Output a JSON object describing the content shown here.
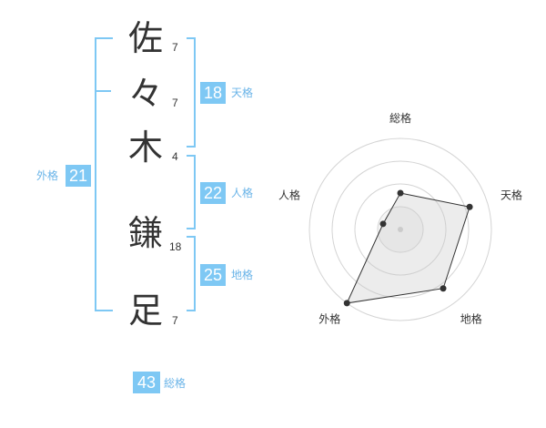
{
  "name_chars": [
    {
      "char": "佐",
      "strokes": "7"
    },
    {
      "char": "々",
      "strokes": "7"
    },
    {
      "char": "木",
      "strokes": "4"
    },
    {
      "char": "鎌",
      "strokes": "18"
    },
    {
      "char": "足",
      "strokes": "7"
    }
  ],
  "scores": {
    "tenkaku": {
      "value": "18",
      "label": "天格"
    },
    "jinkaku": {
      "value": "22",
      "label": "人格"
    },
    "chikaku": {
      "value": "25",
      "label": "地格"
    },
    "gaikaku": {
      "value": "21",
      "label": "外格"
    },
    "soukaku": {
      "value": "43",
      "label": "総格"
    }
  },
  "colors": {
    "accent": "#7ec8f4",
    "label": "#6ab4e8",
    "text": "#333333"
  },
  "chart_data": {
    "type": "radar",
    "axes": [
      "総格",
      "天格",
      "地格",
      "外格",
      "人格"
    ],
    "values": [
      2,
      4,
      4,
      5,
      1
    ],
    "max": 5,
    "rings": 4
  }
}
